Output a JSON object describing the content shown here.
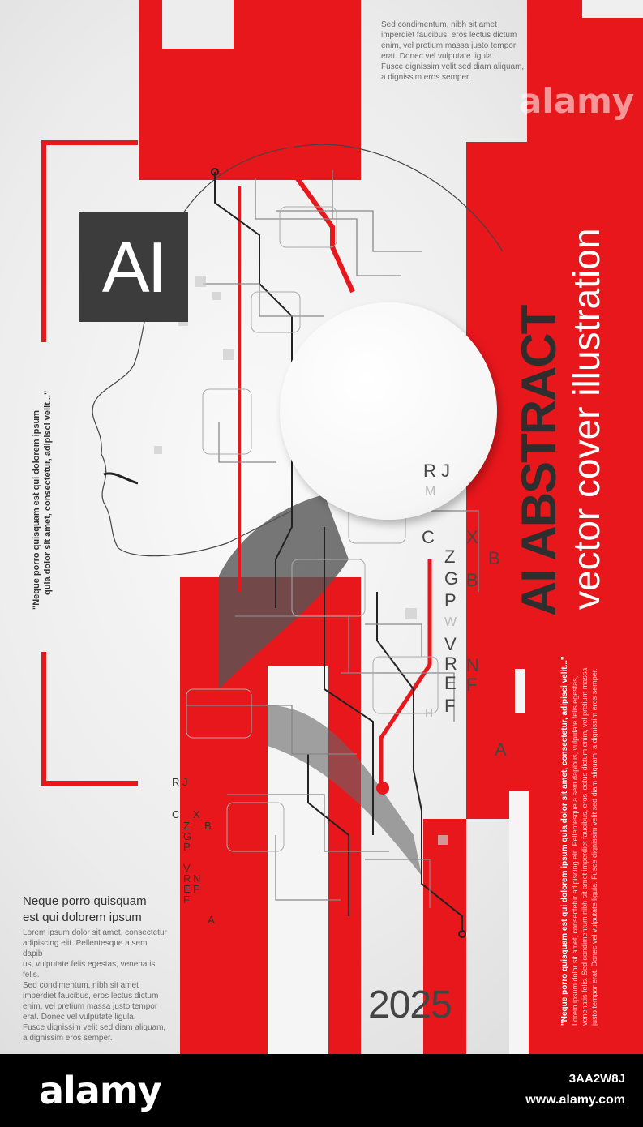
{
  "badge": {
    "label": "AI"
  },
  "title": "AI ABSTRACT",
  "subtitle": "vector cover illustration",
  "top_text": [
    "Sed condimentum, nibh sit amet",
    "imperdiet faucibus, eros lectus dictum",
    "enim, vel pretium massa justo tempor",
    "erat. Donec vel vulputate ligula.",
    "Fusce dignissim velit sed diam aliquam,",
    "a dignissim eros semper."
  ],
  "left_quote": [
    "\"Neque porro quisquam est qui dolorem ipsum",
    "quia dolor sit amet, consectetur, adipisci velit...\""
  ],
  "right_quote": {
    "bold": "\"Neque porro quisquam est qui dolorem ipsum quia dolor sit amet, consectetur, adipisci velit...\"",
    "lines": [
      "Lorem ipsum dolor sit amet, consectetur adipiscing elit. Pellentesque a sem dapibus, vulputate felis egestas,",
      "venenatis felis. Sed condimentum nibh sit amet imperdiet faucibus, eros lectus dictum enim, vel pretium massa",
      "justo tempor erat. Donec vel vulputate ligula. Fusce dignissim velit sed diam aliquam, a dignissim eros semper."
    ]
  },
  "bottom_left": {
    "heading": [
      "Neque porro quisquam",
      "est qui dolorem ipsum"
    ],
    "body": [
      "Lorem ipsum dolor sit amet, consectetur",
      "adipiscing elit. Pellentesque a sem dapib",
      "us, vulputate felis egestas, venenatis felis.",
      "Sed condimentum, nibh sit amet",
      "imperdiet faucibus, eros lectus dictum",
      "enim, vel pretium massa justo tempor",
      "erat. Donec vel vulputate ligula.",
      "Fusce dignissim velit sed diam aliquam,",
      "a dignissim eros semper."
    ]
  },
  "year": "2025",
  "letters_large": [
    "R J",
    "M",
    "C",
    "X",
    "B",
    "Z",
    "G",
    "B",
    "P",
    "W",
    "V",
    "R",
    "E",
    "N",
    "F",
    "H",
    "F",
    "A"
  ],
  "letters_small": [
    "R J",
    "C",
    "X",
    "Z",
    "B",
    "G",
    "P",
    "V",
    "R",
    "E",
    "F",
    "N",
    "F",
    "A"
  ],
  "footer": {
    "brand": "alamy",
    "image_id": "3AA2W8J",
    "site": "www.alamy.com"
  },
  "watermark": "alamy",
  "colors": {
    "accent_red": "#e8171c",
    "dark": "#3c3c3c",
    "footer_bg": "#000000"
  }
}
